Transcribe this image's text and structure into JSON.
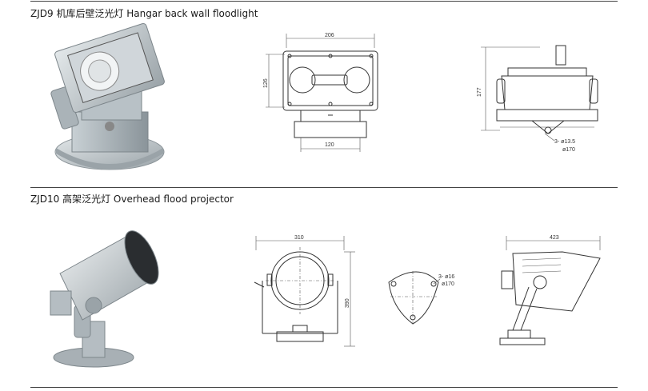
{
  "sections": [
    {
      "title": "ZJD9 机库后壁泛光灯 Hangar back wall floodlight",
      "front_view": {
        "width_dim": "206",
        "height_dim": "126",
        "base_dim": "120"
      },
      "side_view": {
        "height_dim": "177",
        "hole_dim": "3- ø13.5",
        "circle_dim": "ø170"
      }
    },
    {
      "title": "ZJD10 高架泛光灯 Overhead flood projector",
      "front_view": {
        "width_dim": "310",
        "height_dim": "390"
      },
      "base_view": {
        "hole_dim": "3- ø16",
        "circle_dim": "ø170"
      },
      "side_view": {
        "width_dim": "423"
      }
    }
  ]
}
